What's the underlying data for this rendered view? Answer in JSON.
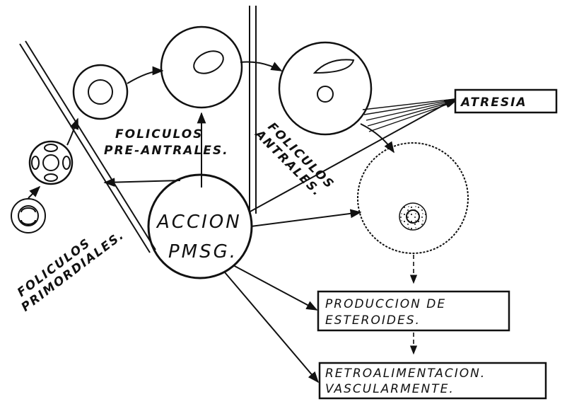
{
  "labels": {
    "primordiales_line1": "FOLICULOS",
    "primordiales_line2": "PRIMORDIALES.",
    "preantrales_line1": "FOLICULOS",
    "preantrales_line2": "PRE-ANTRALES.",
    "antrales_line1": "FOLICULOS",
    "antrales_line2": "ANTRALES.",
    "accion_line1": "ACCION",
    "accion_line2": "PMSG.",
    "atresia": "ATRESIA",
    "produccion_line1": "PRODUCCION DE",
    "produccion_line2": "ESTEROIDES.",
    "retro_line1": "RETROALIMENTACION.",
    "retro_line2": "VASCULARMENTE."
  }
}
